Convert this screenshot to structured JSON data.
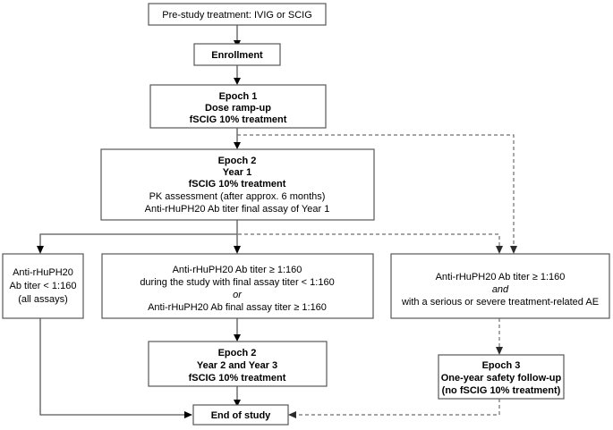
{
  "diagram": {
    "title": "Study design flow diagram",
    "colors": {
      "box_border": "#58585a",
      "edge_solid": "#58585a",
      "edge_dashed": "#6e6e70",
      "text": "#000000",
      "background": "#ffffff"
    },
    "nodes": {
      "prestudy": {
        "id": "pre-study-treatment",
        "lines": [
          {
            "text": "Pre-study treatment: IVIG or SCIG",
            "style": "regular"
          }
        ]
      },
      "enrollment": {
        "id": "enrollment",
        "lines": [
          {
            "text": "Enrollment",
            "style": "bold"
          }
        ]
      },
      "epoch1": {
        "id": "epoch-1",
        "lines": [
          {
            "text": "Epoch 1",
            "style": "bold"
          },
          {
            "text": "Dose ramp-up",
            "style": "bold"
          },
          {
            "text": "fSCIG 10% treatment",
            "style": "bold"
          }
        ]
      },
      "epoch2_year1": {
        "id": "epoch-2-year-1",
        "lines": [
          {
            "text": "Epoch 2",
            "style": "bold"
          },
          {
            "text": "Year 1",
            "style": "bold"
          },
          {
            "text": "fSCIG 10% treatment",
            "style": "bold"
          },
          {
            "text": "PK assessment (after approx. 6 months)",
            "style": "regular"
          },
          {
            "text": "Anti-rHuPH20 Ab titer final assay of Year 1",
            "style": "regular"
          }
        ]
      },
      "branch_left": {
        "id": "titer-below-threshold",
        "lines": [
          {
            "text": "Anti-rHuPH20",
            "style": "regular"
          },
          {
            "text": "Ab titer < 1:160",
            "style": "regular"
          },
          {
            "text": "(all assays)",
            "style": "regular"
          }
        ]
      },
      "branch_middle": {
        "id": "titer-at-or-above-threshold",
        "lines": [
          {
            "text": "Anti-rHuPH20 Ab titer ≥ 1:160",
            "style": "regular"
          },
          {
            "text": "during the study with final assay titer < 1:160",
            "style": "regular"
          },
          {
            "text": "or",
            "style": "italic"
          },
          {
            "text": "Anti-rHuPH20 Ab final assay titer ≥ 1:160",
            "style": "regular"
          }
        ]
      },
      "branch_right": {
        "id": "titer-with-serious-ae",
        "lines": [
          {
            "text": "Anti-rHuPH20 Ab titer ≥ 1:160",
            "style": "regular"
          },
          {
            "text": "and",
            "style": "italic"
          },
          {
            "text": "with a serious or severe treatment-related AE",
            "style": "regular"
          }
        ]
      },
      "epoch2_year23": {
        "id": "epoch-2-year-2-and-3",
        "lines": [
          {
            "text": "Epoch 2",
            "style": "bold"
          },
          {
            "text": "Year 2 and Year 3",
            "style": "bold"
          },
          {
            "text": "fSCIG 10% treatment",
            "style": "bold"
          }
        ]
      },
      "epoch3": {
        "id": "epoch-3",
        "lines": [
          {
            "text": "Epoch 3",
            "style": "bold"
          },
          {
            "text": "One-year safety follow-up",
            "style": "bold"
          },
          {
            "text": "(no fSCIG 10% treatment)",
            "style": "bold"
          }
        ]
      },
      "end_of_study": {
        "id": "end-of-study",
        "lines": [
          {
            "text": "End of study",
            "style": "bold"
          }
        ]
      }
    },
    "edges": [
      {
        "id": "prestudy-to-enrollment",
        "style": "solid",
        "arrow": true
      },
      {
        "id": "enrollment-to-epoch1",
        "style": "solid",
        "arrow": true
      },
      {
        "id": "epoch1-to-epoch2year1",
        "style": "solid",
        "arrow": true
      },
      {
        "id": "epoch1-to-branch-right",
        "style": "dashed",
        "arrow": true
      },
      {
        "id": "epoch2year1-to-branch-left",
        "style": "solid",
        "arrow": true
      },
      {
        "id": "epoch2year1-to-branch-middle",
        "style": "solid",
        "arrow": true
      },
      {
        "id": "epoch2year1-to-branch-right",
        "style": "dashed",
        "arrow": true
      },
      {
        "id": "branch-middle-to-epoch2year23",
        "style": "solid",
        "arrow": true
      },
      {
        "id": "branch-right-to-epoch3",
        "style": "dashed",
        "arrow": true
      },
      {
        "id": "epoch2year23-to-end-of-study",
        "style": "solid",
        "arrow": true
      },
      {
        "id": "branch-left-to-end-of-study",
        "style": "solid",
        "arrow": true
      },
      {
        "id": "epoch3-to-end-of-study",
        "style": "dashed",
        "arrow": true
      }
    ]
  }
}
